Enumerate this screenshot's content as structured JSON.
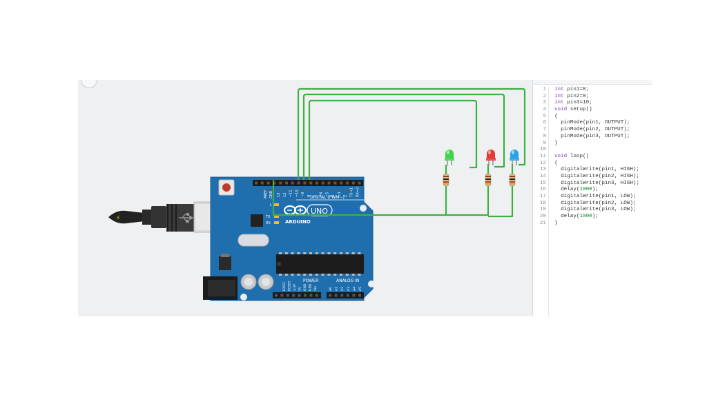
{
  "board": {
    "header_label": "DIGITAL (PWM~)",
    "logo_brand": "UNO",
    "logo_name": "ARDUINO",
    "power_label": "POWER",
    "analog_label": "ANALOG IN",
    "aref_label": "AREF",
    "gnd_label": "GND",
    "l_label": "L",
    "tx_label": "TX",
    "rx_label": "RX",
    "digital_pins": [
      "13",
      "12",
      "~11",
      "~10",
      "~9",
      "8",
      "7",
      "~6",
      "~5",
      "4",
      "~3",
      "2",
      "TX→1",
      "RX←0"
    ],
    "power_pins": [
      "IOREF",
      "RESET",
      "3.3V",
      "5V",
      "GND",
      "GND",
      "Vin"
    ],
    "analog_pins": [
      "A0",
      "A1",
      "A2",
      "A3",
      "A4",
      "A5"
    ]
  },
  "leds": [
    {
      "name": "green",
      "color": "#3fd24a"
    },
    {
      "name": "red",
      "color": "#e53935"
    },
    {
      "name": "blue",
      "color": "#29a3e6"
    }
  ],
  "wire_color": "#3cb043",
  "board_color": "#1f6fae",
  "code": {
    "lines": [
      {
        "n": "1",
        "parts": [
          {
            "t": "int",
            "c": "kw"
          },
          {
            "t": " pin1=8;",
            "c": ""
          }
        ]
      },
      {
        "n": "2",
        "parts": [
          {
            "t": "int",
            "c": "kw"
          },
          {
            "t": " pin2=9;",
            "c": ""
          }
        ]
      },
      {
        "n": "3",
        "parts": [
          {
            "t": "int",
            "c": "kw"
          },
          {
            "t": " pin3=10;",
            "c": ""
          }
        ]
      },
      {
        "n": "4",
        "parts": [
          {
            "t": "void",
            "c": "kw"
          },
          {
            "t": " setup()",
            "c": ""
          }
        ]
      },
      {
        "n": "5",
        "parts": [
          {
            "t": "{",
            "c": ""
          }
        ]
      },
      {
        "n": "6",
        "parts": [
          {
            "t": "  pinMode(pin1, OUTPUT);",
            "c": ""
          }
        ]
      },
      {
        "n": "7",
        "parts": [
          {
            "t": "  pinMode(pin2, OUTPUT);",
            "c": ""
          }
        ]
      },
      {
        "n": "8",
        "parts": [
          {
            "t": "  pinMode(pin3, OUTPUT);",
            "c": ""
          }
        ]
      },
      {
        "n": "9",
        "parts": [
          {
            "t": "}",
            "c": ""
          }
        ]
      },
      {
        "n": "10",
        "parts": []
      },
      {
        "n": "11",
        "parts": [
          {
            "t": "void",
            "c": "kw"
          },
          {
            "t": " loop()",
            "c": ""
          }
        ]
      },
      {
        "n": "12",
        "parts": [
          {
            "t": "{",
            "c": ""
          }
        ]
      },
      {
        "n": "13",
        "parts": [
          {
            "t": "  digitalWrite(pin1, HIGH);",
            "c": ""
          }
        ]
      },
      {
        "n": "14",
        "parts": [
          {
            "t": "  digitalWrite(pin2, HIGH);",
            "c": ""
          }
        ]
      },
      {
        "n": "15",
        "parts": [
          {
            "t": "  digitalWrite(pin3, HIGH);",
            "c": ""
          }
        ]
      },
      {
        "n": "16",
        "parts": [
          {
            "t": "  delay(",
            "c": ""
          },
          {
            "t": "1000",
            "c": "num"
          },
          {
            "t": ");",
            "c": ""
          }
        ]
      },
      {
        "n": "17",
        "parts": [
          {
            "t": "  digitalWrite(pin1, LOW);",
            "c": ""
          }
        ]
      },
      {
        "n": "18",
        "parts": [
          {
            "t": "  digitalWrite(pin2, LOW);",
            "c": ""
          }
        ]
      },
      {
        "n": "19",
        "parts": [
          {
            "t": "  digitalWrite(pin3, LOW);",
            "c": ""
          }
        ]
      },
      {
        "n": "20",
        "parts": [
          {
            "t": "  delay(",
            "c": ""
          },
          {
            "t": "1000",
            "c": "num"
          },
          {
            "t": ");",
            "c": ""
          }
        ]
      },
      {
        "n": "21",
        "parts": [
          {
            "t": "}",
            "c": ""
          }
        ]
      }
    ]
  }
}
